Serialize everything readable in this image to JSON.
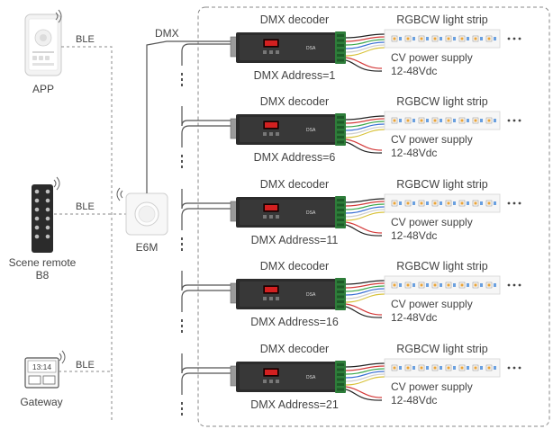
{
  "devices": {
    "app": {
      "label": "APP",
      "link": "BLE",
      "icon": "smartphone-icon"
    },
    "remote": {
      "label_line1": "Scene remote",
      "label_line2": "B8",
      "link": "BLE",
      "icon": "remote-control-icon"
    },
    "gateway": {
      "label": "Gateway",
      "link": "BLE",
      "screen_time": "13:14",
      "icon": "gateway-panel-icon"
    },
    "e6m": {
      "label": "E6M",
      "icon": "rotary-dimmer-icon"
    }
  },
  "bus_label": "DMX",
  "decoder_badge": "DSA",
  "units": [
    {
      "decoder_title": "DMX decoder",
      "address": "DMX Address=1",
      "strip_title": "RGBCW light strip",
      "power_line1": "CV power supply",
      "power_line2": "12-48Vdc"
    },
    {
      "decoder_title": "DMX decoder",
      "address": "DMX Address=6",
      "strip_title": "RGBCW light strip",
      "power_line1": "CV power supply",
      "power_line2": "12-48Vdc"
    },
    {
      "decoder_title": "DMX decoder",
      "address": "DMX Address=11",
      "strip_title": "RGBCW light strip",
      "power_line1": "CV power supply",
      "power_line2": "12-48Vdc"
    },
    {
      "decoder_title": "DMX decoder",
      "address": "DMX Address=16",
      "strip_title": "RGBCW light strip",
      "power_line1": "CV power supply",
      "power_line2": "12-48Vdc"
    },
    {
      "decoder_title": "DMX decoder",
      "address": "DMX Address=21",
      "strip_title": "RGBCW light strip",
      "power_line1": "CV power supply",
      "power_line2": "12-48Vdc"
    }
  ],
  "colors": {
    "line": "#555555",
    "dashed": "#8a8a8a",
    "decoder_body": "#2c2c2c",
    "terminal_green": "#2e7d3a",
    "display_red": "#d42020",
    "wire_red": "#d43a3a",
    "wire_black": "#222222",
    "wire_blue": "#3a6fd4",
    "wire_green": "#3aa84a",
    "wire_yellow": "#d8c23a",
    "wire_white": "#cfcfcf",
    "strip_bg": "#f6f6f6",
    "led_amber": "#e8a33a"
  }
}
